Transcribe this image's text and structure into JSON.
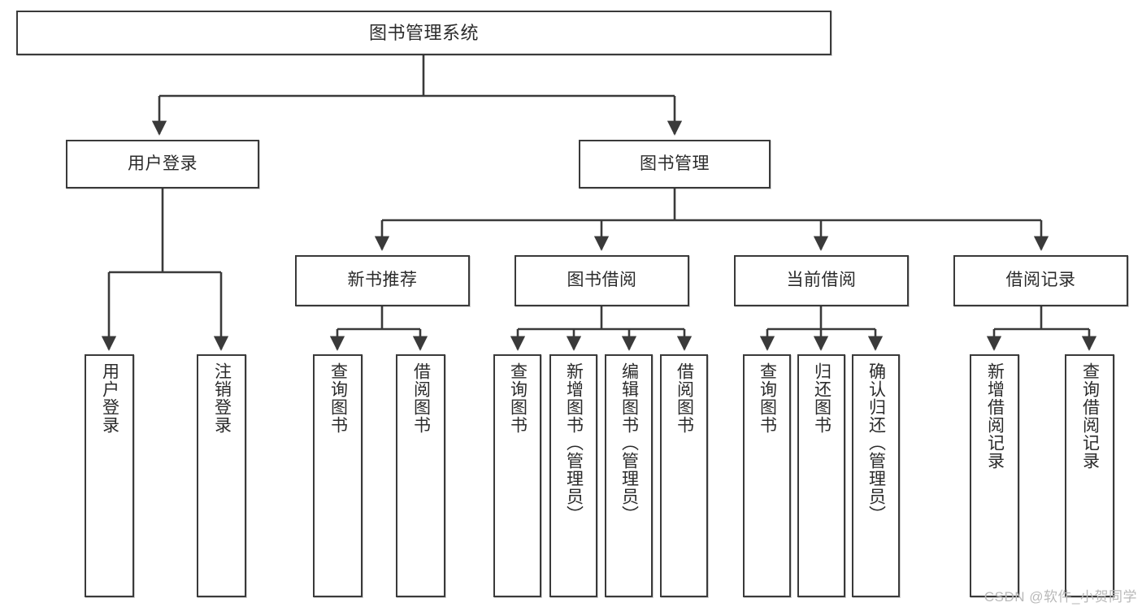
{
  "diagram": {
    "type": "tree-hierarchy",
    "title": "图书管理系统",
    "watermark": "CSDN @软件_小贺同学",
    "colors": {
      "box_border": "#3a3a3a",
      "box_fill": "#ffffff",
      "edge": "#3a3a3a",
      "text": "#2b2b2b",
      "watermark": "#b9b9b9",
      "canvas": "#ffffff"
    },
    "levels": {
      "root": "系统",
      "level1": "模块",
      "level2": "子模块",
      "level3": "功能"
    },
    "nodes": {
      "root": {
        "label": "图书管理系统",
        "orientation": "horizontal"
      },
      "level1": [
        {
          "id": "user-login",
          "label": "用户登录",
          "orientation": "horizontal"
        },
        {
          "id": "book-manage",
          "label": "图书管理",
          "orientation": "horizontal"
        }
      ],
      "level2": [
        {
          "id": "new-book-rec",
          "label": "新书推荐",
          "orientation": "horizontal",
          "parent": "book-manage"
        },
        {
          "id": "book-borrow",
          "label": "图书借阅",
          "orientation": "horizontal",
          "parent": "book-manage"
        },
        {
          "id": "current-borrow",
          "label": "当前借阅",
          "orientation": "horizontal",
          "parent": "book-manage"
        },
        {
          "id": "borrow-record",
          "label": "借阅记录",
          "orientation": "horizontal",
          "parent": "book-manage"
        }
      ],
      "leaves": [
        {
          "id": "leaf-user-login",
          "label": "用户登录",
          "parent": "user-login",
          "orientation": "vertical"
        },
        {
          "id": "leaf-user-logout",
          "label": "注销登录",
          "parent": "user-login",
          "orientation": "vertical"
        },
        {
          "id": "leaf-query-book-1",
          "label": "查询图书",
          "parent": "new-book-rec",
          "orientation": "vertical"
        },
        {
          "id": "leaf-borrow-book-1",
          "label": "借阅图书",
          "parent": "new-book-rec",
          "orientation": "vertical"
        },
        {
          "id": "leaf-query-book-2",
          "label": "查询图书",
          "parent": "book-borrow",
          "orientation": "vertical"
        },
        {
          "id": "leaf-add-book",
          "label": "新增图书（管理员）",
          "parent": "book-borrow",
          "orientation": "vertical"
        },
        {
          "id": "leaf-edit-book",
          "label": "编辑图书（管理员）",
          "parent": "book-borrow",
          "orientation": "vertical"
        },
        {
          "id": "leaf-borrow-book-2",
          "label": "借阅图书",
          "parent": "book-borrow",
          "orientation": "vertical"
        },
        {
          "id": "leaf-query-book-3",
          "label": "查询图书",
          "parent": "current-borrow",
          "orientation": "vertical"
        },
        {
          "id": "leaf-return-book",
          "label": "归还图书",
          "parent": "current-borrow",
          "orientation": "vertical"
        },
        {
          "id": "leaf-confirm-return",
          "label": "确认归还（管理员）",
          "parent": "current-borrow",
          "orientation": "vertical"
        },
        {
          "id": "leaf-add-record",
          "label": "新增借阅记录",
          "parent": "borrow-record",
          "orientation": "vertical"
        },
        {
          "id": "leaf-query-record",
          "label": "查询借阅记录",
          "parent": "borrow-record",
          "orientation": "vertical"
        }
      ]
    }
  }
}
